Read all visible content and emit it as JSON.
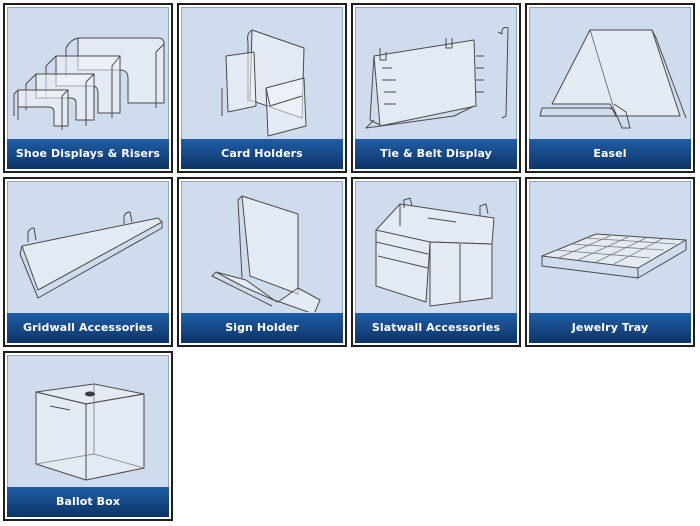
{
  "categories": [
    {
      "label": "Shoe Displays & Risers",
      "icon": "shoe-risers-icon"
    },
    {
      "label": "Card Holders",
      "icon": "card-holder-icon"
    },
    {
      "label": "Tie & Belt Display",
      "icon": "tie-belt-display-icon"
    },
    {
      "label": "Easel",
      "icon": "easel-icon"
    },
    {
      "label": "Gridwall Accessories",
      "icon": "gridwall-shelf-icon"
    },
    {
      "label": "Sign Holder",
      "icon": "sign-holder-icon"
    },
    {
      "label": "Slatwall Accessories",
      "icon": "slatwall-bin-icon"
    },
    {
      "label": "Jewelry Tray",
      "icon": "jewelry-tray-icon"
    },
    {
      "label": "Ballot Box",
      "icon": "ballot-box-icon"
    }
  ]
}
